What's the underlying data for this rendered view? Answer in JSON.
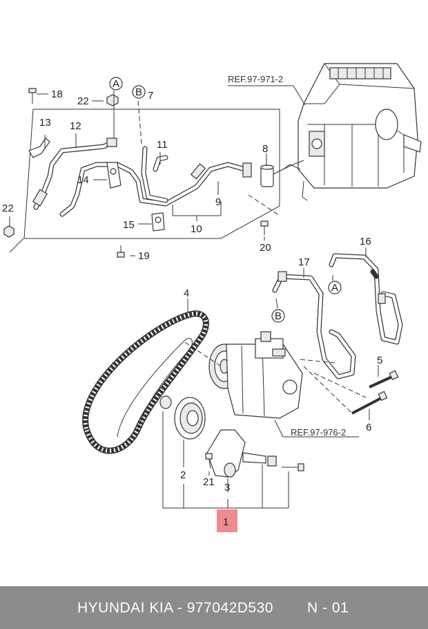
{
  "refs": {
    "hvac": "REF.97-971-2",
    "compressor": "REF.97-976-2"
  },
  "callouts": {
    "a": "A",
    "b": "B"
  },
  "labels": {
    "p1": "1",
    "p2": "2",
    "p3": "3",
    "p4": "4",
    "p5": "5",
    "p6": "6",
    "p7": "7",
    "p8": "8",
    "p9": "9",
    "p10": "10",
    "p11": "11",
    "p12": "12",
    "p13": "13",
    "p14": "14",
    "p15": "15",
    "p16": "16",
    "p17": "17",
    "p18": "18",
    "p19": "19",
    "p20": "20",
    "p21": "21",
    "p22a": "22",
    "p22b": "22"
  },
  "footer": {
    "brand_part": "HYUNDAI  KIA - 977042D530",
    "version": "N - 01"
  },
  "colors": {
    "highlight": "#f08a8f",
    "footer_bg": "#8c8c8c"
  }
}
